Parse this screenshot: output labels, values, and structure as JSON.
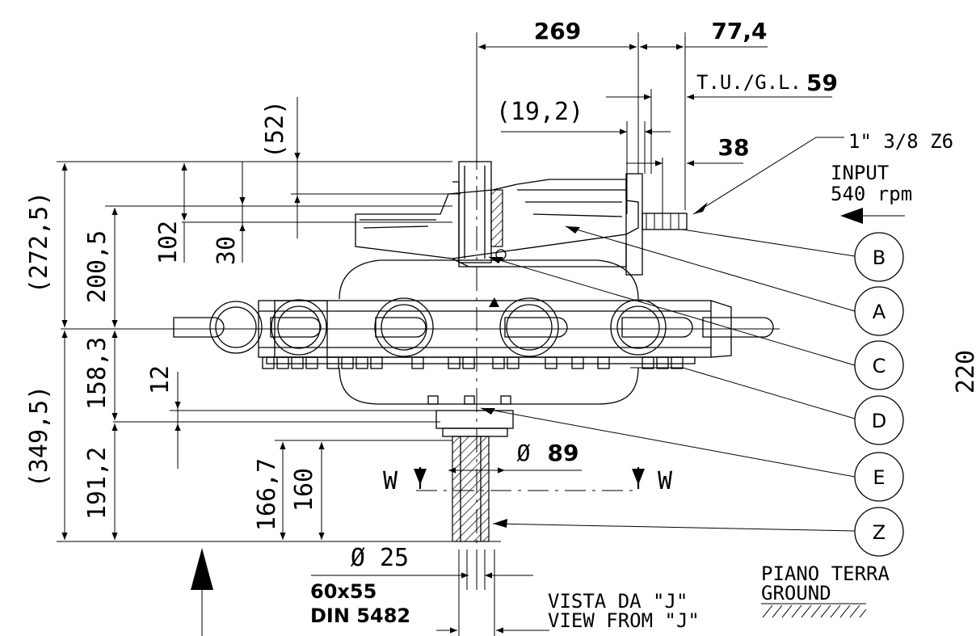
{
  "dimensions": {
    "width_top": "269",
    "offset_right": "77,4",
    "tu_gl_label": "T.U./G.L.",
    "tu_gl_value": "59",
    "paren_19": "(19,2)",
    "dim_38": "38",
    "paren_52": "(52)",
    "dim_102": "102",
    "dim_30": "30",
    "paren_272": "(272,5)",
    "dim_200": "200,5",
    "dim_158": "158,3",
    "dim_12": "12",
    "paren_349": "(349,5)",
    "dim_191": "191,2",
    "dim_166": "166,7",
    "dim_160": "160",
    "dia_89_symbol": "Ø",
    "dia_89": "89",
    "dia_25": "Ø 25",
    "spline_size": "60x55",
    "spline_std": "DIN 5482",
    "far_right": "220"
  },
  "input": {
    "shaft_spec": "1\" 3/8 Z6",
    "label": "INPUT",
    "speed": "540 rpm"
  },
  "section_marks": {
    "left": "W",
    "right": "W"
  },
  "callouts": [
    "B",
    "A",
    "C",
    "D",
    "E",
    "Z"
  ],
  "view_note": {
    "it": "VISTA DA \"J\"",
    "en": "VIEW FROM \"J\""
  },
  "ground": {
    "it": "PIANO TERRA",
    "en": "GROUND"
  }
}
